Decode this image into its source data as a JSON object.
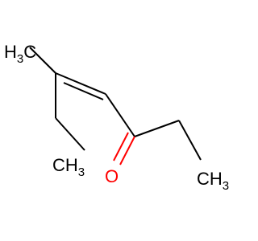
{
  "molecule": {
    "atoms": {
      "methyl_top": {
        "main": "H",
        "sub": "3",
        "tail": "C"
      },
      "methyl_bottom": {
        "main": "CH",
        "sub": "3"
      },
      "methyl_right": {
        "main": "CH",
        "sub": "3"
      },
      "oxygen": {
        "main": "O"
      }
    }
  },
  "colors": {
    "bond": "#000000",
    "oxygen": "#ff0000"
  }
}
